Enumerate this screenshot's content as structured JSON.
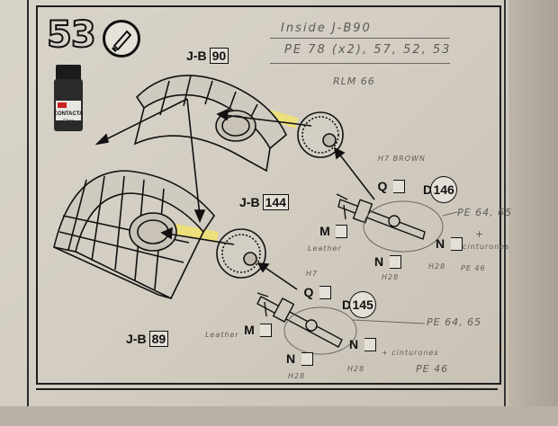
{
  "step": {
    "number": "53"
  },
  "glue_bottle": {
    "brand_label": "CONTACTA",
    "sub_label": "Clear"
  },
  "refs": {
    "upper_shell": {
      "prefix": "J-B",
      "num": "90"
    },
    "lower_shell": {
      "prefix": "J-B",
      "num": "89"
    },
    "hub": {
      "prefix": "J-B",
      "num": "144"
    }
  },
  "parts": {
    "q_top": "Q",
    "m_top": "M",
    "n_top_left": "N",
    "n_top_right": "N",
    "d_top": {
      "letter": "D",
      "num": "146"
    },
    "q_bottom": "Q",
    "m_bottom": "M",
    "n_bottom_left": "N",
    "n_bottom_right": "N",
    "d_bottom": {
      "letter": "D",
      "num": "145"
    }
  },
  "handwritten": {
    "title": "Inside J-B90",
    "line2": "PE 78 (x2), 57, 52, 53",
    "line3": "RLM 66",
    "h7_brown": "H7 BROWN",
    "pe64_top": "PE 64, 65",
    "plus_top": "+",
    "belts_top": "cinturones",
    "pe46_top": "PE 46",
    "leather_top": "Leather",
    "h28_a": "H28",
    "h28_b": "H28",
    "h7_bottom": "H7",
    "pe64_bottom": "PE 64, 65",
    "leather_bottom": "Leather",
    "h28_c": "H28",
    "h28_d": "H28",
    "belts_bottom": "+ cinturones",
    "pe46_bottom": "PE 46"
  },
  "colors": {
    "highlight": "#f2e36a",
    "ink": "#111111",
    "pencil": "#5d5a58"
  }
}
